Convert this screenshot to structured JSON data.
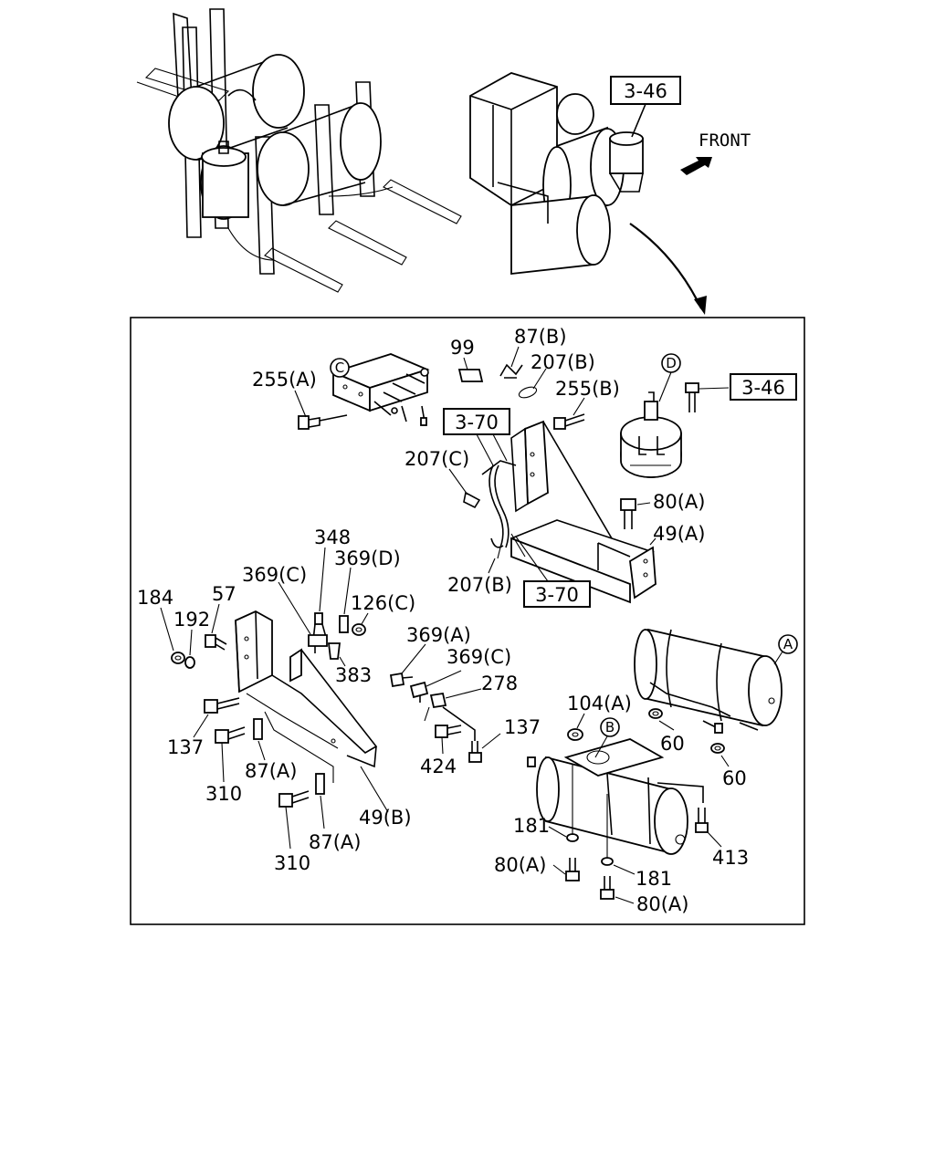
{
  "references": {
    "top_ref": "3-46",
    "top_ref_right": "3-46",
    "ref_3_70_upper": "3-70",
    "ref_3_70_lower": "3-70"
  },
  "front_label": "FRONT",
  "circle_labels": {
    "A": "A",
    "B": "B",
    "C": "C",
    "D": "D"
  },
  "part_labels": {
    "p255A": "255(A)",
    "p99": "99",
    "p87B": "87(B)",
    "p207B_top": "207(B)",
    "p255B": "255(B)",
    "p207C": "207(C)",
    "p80A_top": "80(A)",
    "p49A": "49(A)",
    "p207B_bottom": "207(B)",
    "p348": "348",
    "p369D": "369(D)",
    "p369C_left": "369(C)",
    "p126C": "126(C)",
    "p184": "184",
    "p57": "57",
    "p192": "192",
    "p383": "383",
    "p369A": "369(A)",
    "p369C_mid": "369(C)",
    "p278": "278",
    "p104A": "104(A)",
    "p137_left": "137",
    "p137_mid": "137",
    "p424": "424",
    "p87A_upper": "87(A)",
    "p310_upper": "310",
    "p49B": "49(B)",
    "p87A_lower": "87(A)",
    "p310_lower": "310",
    "p60_upper": "60",
    "p60_lower": "60",
    "p181_left": "181",
    "p80A_left": "80(A)",
    "p413": "413",
    "p181_right": "181",
    "p80A_bottom": "80(A)"
  }
}
